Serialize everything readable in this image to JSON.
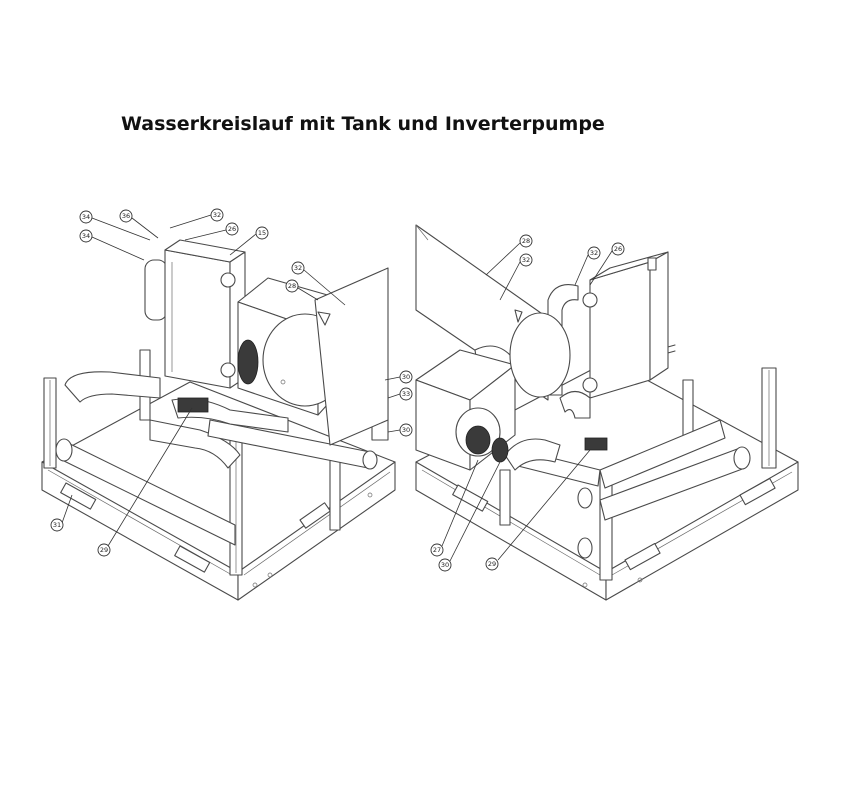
{
  "title": "Wasserkreislauf mit Tank und Inverterpumpe",
  "left_view": {
    "callouts": [
      "34",
      "36",
      "32",
      "26",
      "15",
      "34",
      "32",
      "28",
      "30",
      "33",
      "30",
      "31",
      "29"
    ]
  },
  "right_view": {
    "callouts": [
      "28",
      "32",
      "32",
      "26",
      "27",
      "30",
      "29"
    ]
  }
}
